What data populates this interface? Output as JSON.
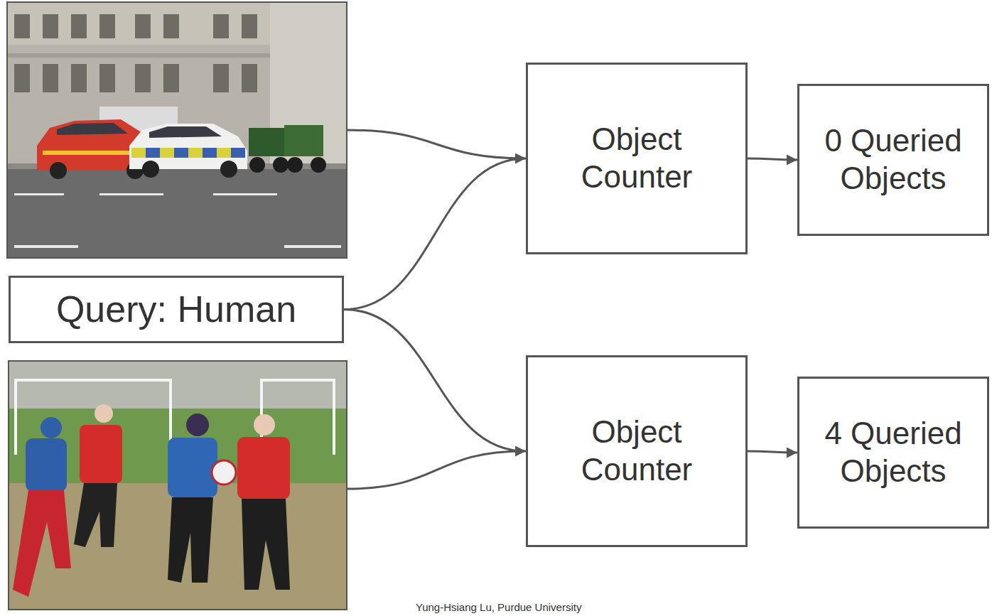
{
  "diagram": {
    "nodes": [
      {
        "text": [
          "Object Counter"
        ]
      },
      {
        "text": [
          "0 Queried Objects"
        ]
      },
      {
        "text": [
          "Query: Human"
        ]
      },
      {
        "text": [
          "Object Counter"
        ]
      },
      {
        "text": [
          "4 Queried Objects"
        ]
      }
    ],
    "edges": [
      {
        "from": 2,
        "to": 0,
        "arrow": "to"
      },
      {
        "from": 0,
        "to": 1,
        "arrow": "to"
      },
      {
        "from": 2,
        "to": 3,
        "arrow": "to"
      },
      {
        "from": 3,
        "to": 4,
        "arrow": "to"
      }
    ],
    "labels": [
      "Yung-Hsiang Lu, Purdue University"
    ]
  }
}
